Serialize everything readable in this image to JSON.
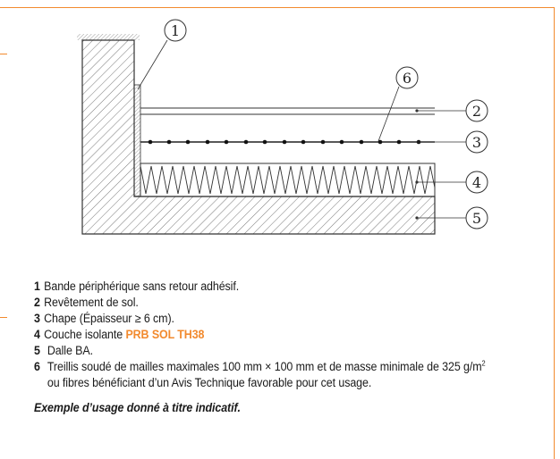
{
  "callouts": [
    "1",
    "6",
    "2",
    "3",
    "4",
    "5"
  ],
  "legend": [
    {
      "num": "1",
      "text": "Bande périphérique sans retour adhésif."
    },
    {
      "num": "2",
      "text": "Revêtement de sol."
    },
    {
      "num": "3",
      "text": "Chape (Épaisseur ≥ 6 cm)."
    },
    {
      "num": "4",
      "text": "Couche isolante ",
      "product": "PRB SOL TH38"
    },
    {
      "num": "5",
      "text": "Dalle BA."
    },
    {
      "num": "6",
      "text_a": "Treillis soudé de mailles maximales 100 mm × 100 mm et de masse minimale de 325 g/m",
      "sup": "2",
      "text_b": " ou fibres bénéficiant d’un Avis Technique favorable pour cet usage."
    }
  ],
  "note": "Exemple d’usage donné à titre indicatif.",
  "colors": {
    "accent": "#f28a2e",
    "line": "#3a3a3a"
  }
}
